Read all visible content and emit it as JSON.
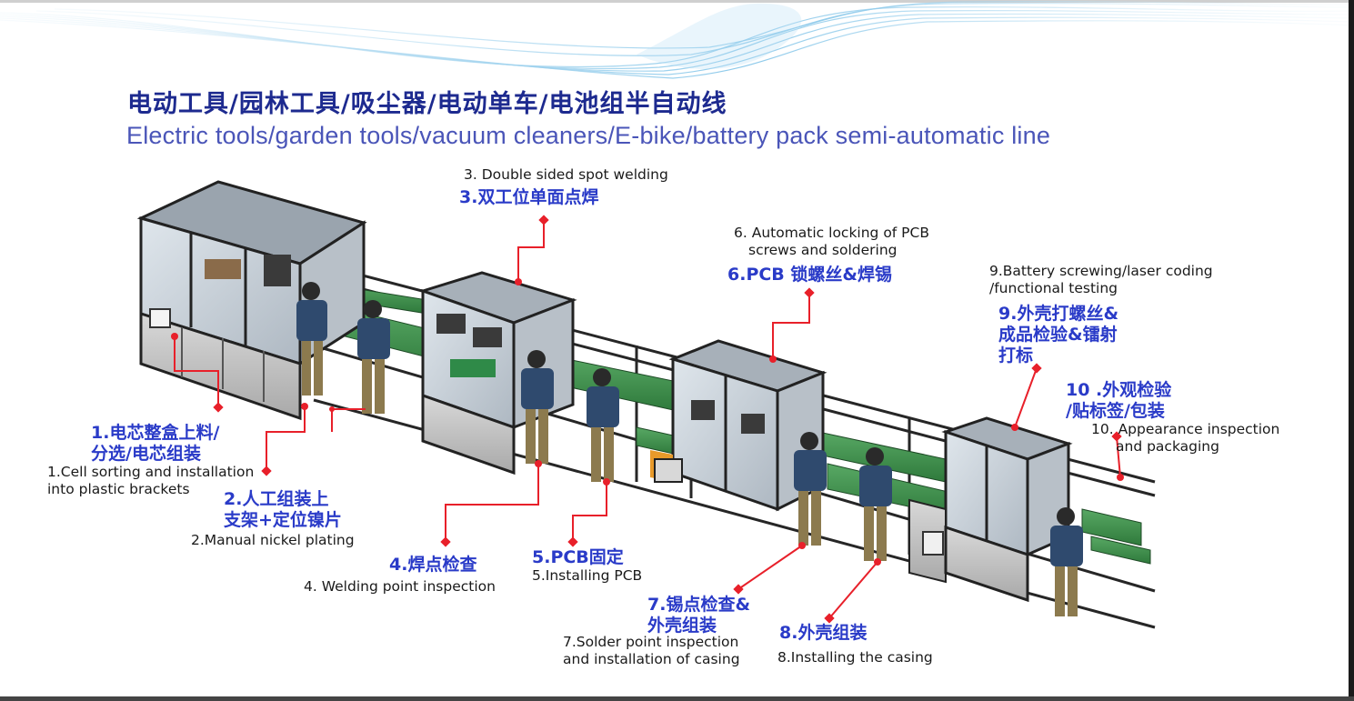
{
  "title_cn": "电动工具/园林工具/吸尘器/电动单车/电池组半自动线",
  "title_en": "Electric tools/garden tools/vacuum cleaners/E-bike/battery pack semi-automatic line",
  "steps": [
    {
      "id": "s1",
      "cn": [
        "1.电芯整盒上料/",
        "分选/电芯组装"
      ],
      "en": [
        "1.Cell sorting and installation",
        "into plastic brackets"
      ]
    },
    {
      "id": "s2",
      "cn": [
        "2.人工组装上",
        "支架+定位镍片"
      ],
      "en": [
        "2.Manual nickel plating"
      ]
    },
    {
      "id": "s3",
      "cn": [
        "3.双工位单面点焊"
      ],
      "en": [
        "3. Double sided spot welding"
      ]
    },
    {
      "id": "s4",
      "cn": [
        "4.焊点检查"
      ],
      "en": [
        "4. Welding point inspection"
      ]
    },
    {
      "id": "s5",
      "cn": [
        "5.PCB固定"
      ],
      "en": [
        "5.Installing PCB"
      ]
    },
    {
      "id": "s6",
      "cn": [
        "6.PCB 锁螺丝&焊锡"
      ],
      "en": [
        "6. Automatic locking of PCB",
        "screws and soldering"
      ]
    },
    {
      "id": "s7",
      "cn": [
        "7.锡点检查&",
        "外壳组装"
      ],
      "en": [
        "7.Solder point inspection",
        "and installation of casing"
      ]
    },
    {
      "id": "s8",
      "cn": [
        "8.外壳组装"
      ],
      "en": [
        "8.Installing the casing"
      ]
    },
    {
      "id": "s9",
      "cn": [
        "9.外壳打螺丝&",
        "成品检验&镭射",
        "打标"
      ],
      "en": [
        "9.Battery screwing/laser coding",
        "/functional  testing"
      ]
    },
    {
      "id": "s10",
      "cn": [
        "10 .外观检验",
        "/贴标签/包装"
      ],
      "en": [
        "10. Appearance inspection",
        "and packaging"
      ]
    }
  ],
  "colors": {
    "title_cn": "#1d2a8f",
    "title_en": "#4a55b8",
    "label_cn": "#2a3bc8",
    "leader": "#e8202a",
    "belt": "#3f8a4a",
    "frame": "#2a2a2a"
  }
}
